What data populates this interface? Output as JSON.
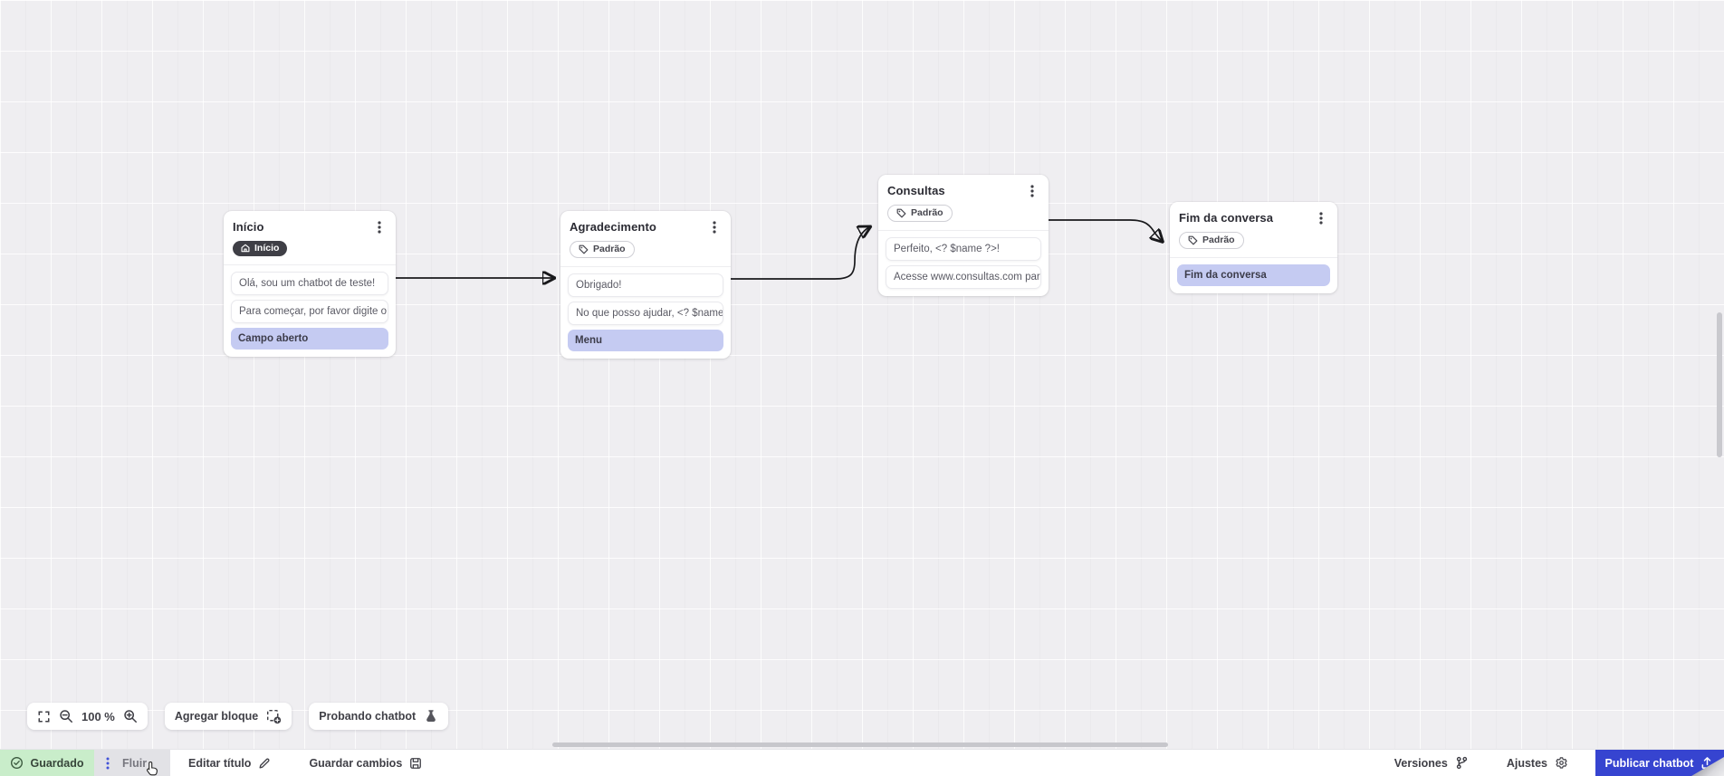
{
  "canvas": {
    "nodes": [
      {
        "title": "Início",
        "badge": {
          "label": "Início"
        },
        "messages": [
          "Olá, sou um chatbot de teste!",
          "Para começar, por favor digite o ..."
        ],
        "buttons": [
          "Campo aberto"
        ]
      },
      {
        "title": "Agradecimento",
        "badge": {
          "label": "Padrão"
        },
        "messages": [
          "Obrigado!",
          "No que posso ajudar, <? $name ..."
        ],
        "buttons": [
          "Menu"
        ]
      },
      {
        "title": "Consultas",
        "badge": {
          "label": "Padrão"
        },
        "messages": [
          "Perfeito, <? $name ?>!",
          "Acesse www.consultas.com par..."
        ],
        "buttons": []
      },
      {
        "title": "Fim da conversa",
        "badge": {
          "label": "Padrão"
        },
        "messages": [],
        "buttons": [
          "Fim da conversa"
        ]
      }
    ]
  },
  "toolbar": {
    "zoom_level": "100 %",
    "add_block_label": "Agregar bloque",
    "test_chatbot_label": "Probando chatbot"
  },
  "statusbar": {
    "saved_label": "Guardado",
    "flow_tab_label": "Fluir",
    "edit_title_label": "Editar título",
    "save_changes_label": "Guardar cambios",
    "versions_label": "Versiones",
    "settings_label": "Ajustes",
    "publish_label": "Publicar chatbot"
  },
  "colors": {
    "accent_blue": "#3644d0",
    "node_button_lavender": "#c5cbf2",
    "saved_green_bg": "#c9edca",
    "badge_dark": "#3f3f46",
    "canvas_bg": "#efeef1"
  }
}
